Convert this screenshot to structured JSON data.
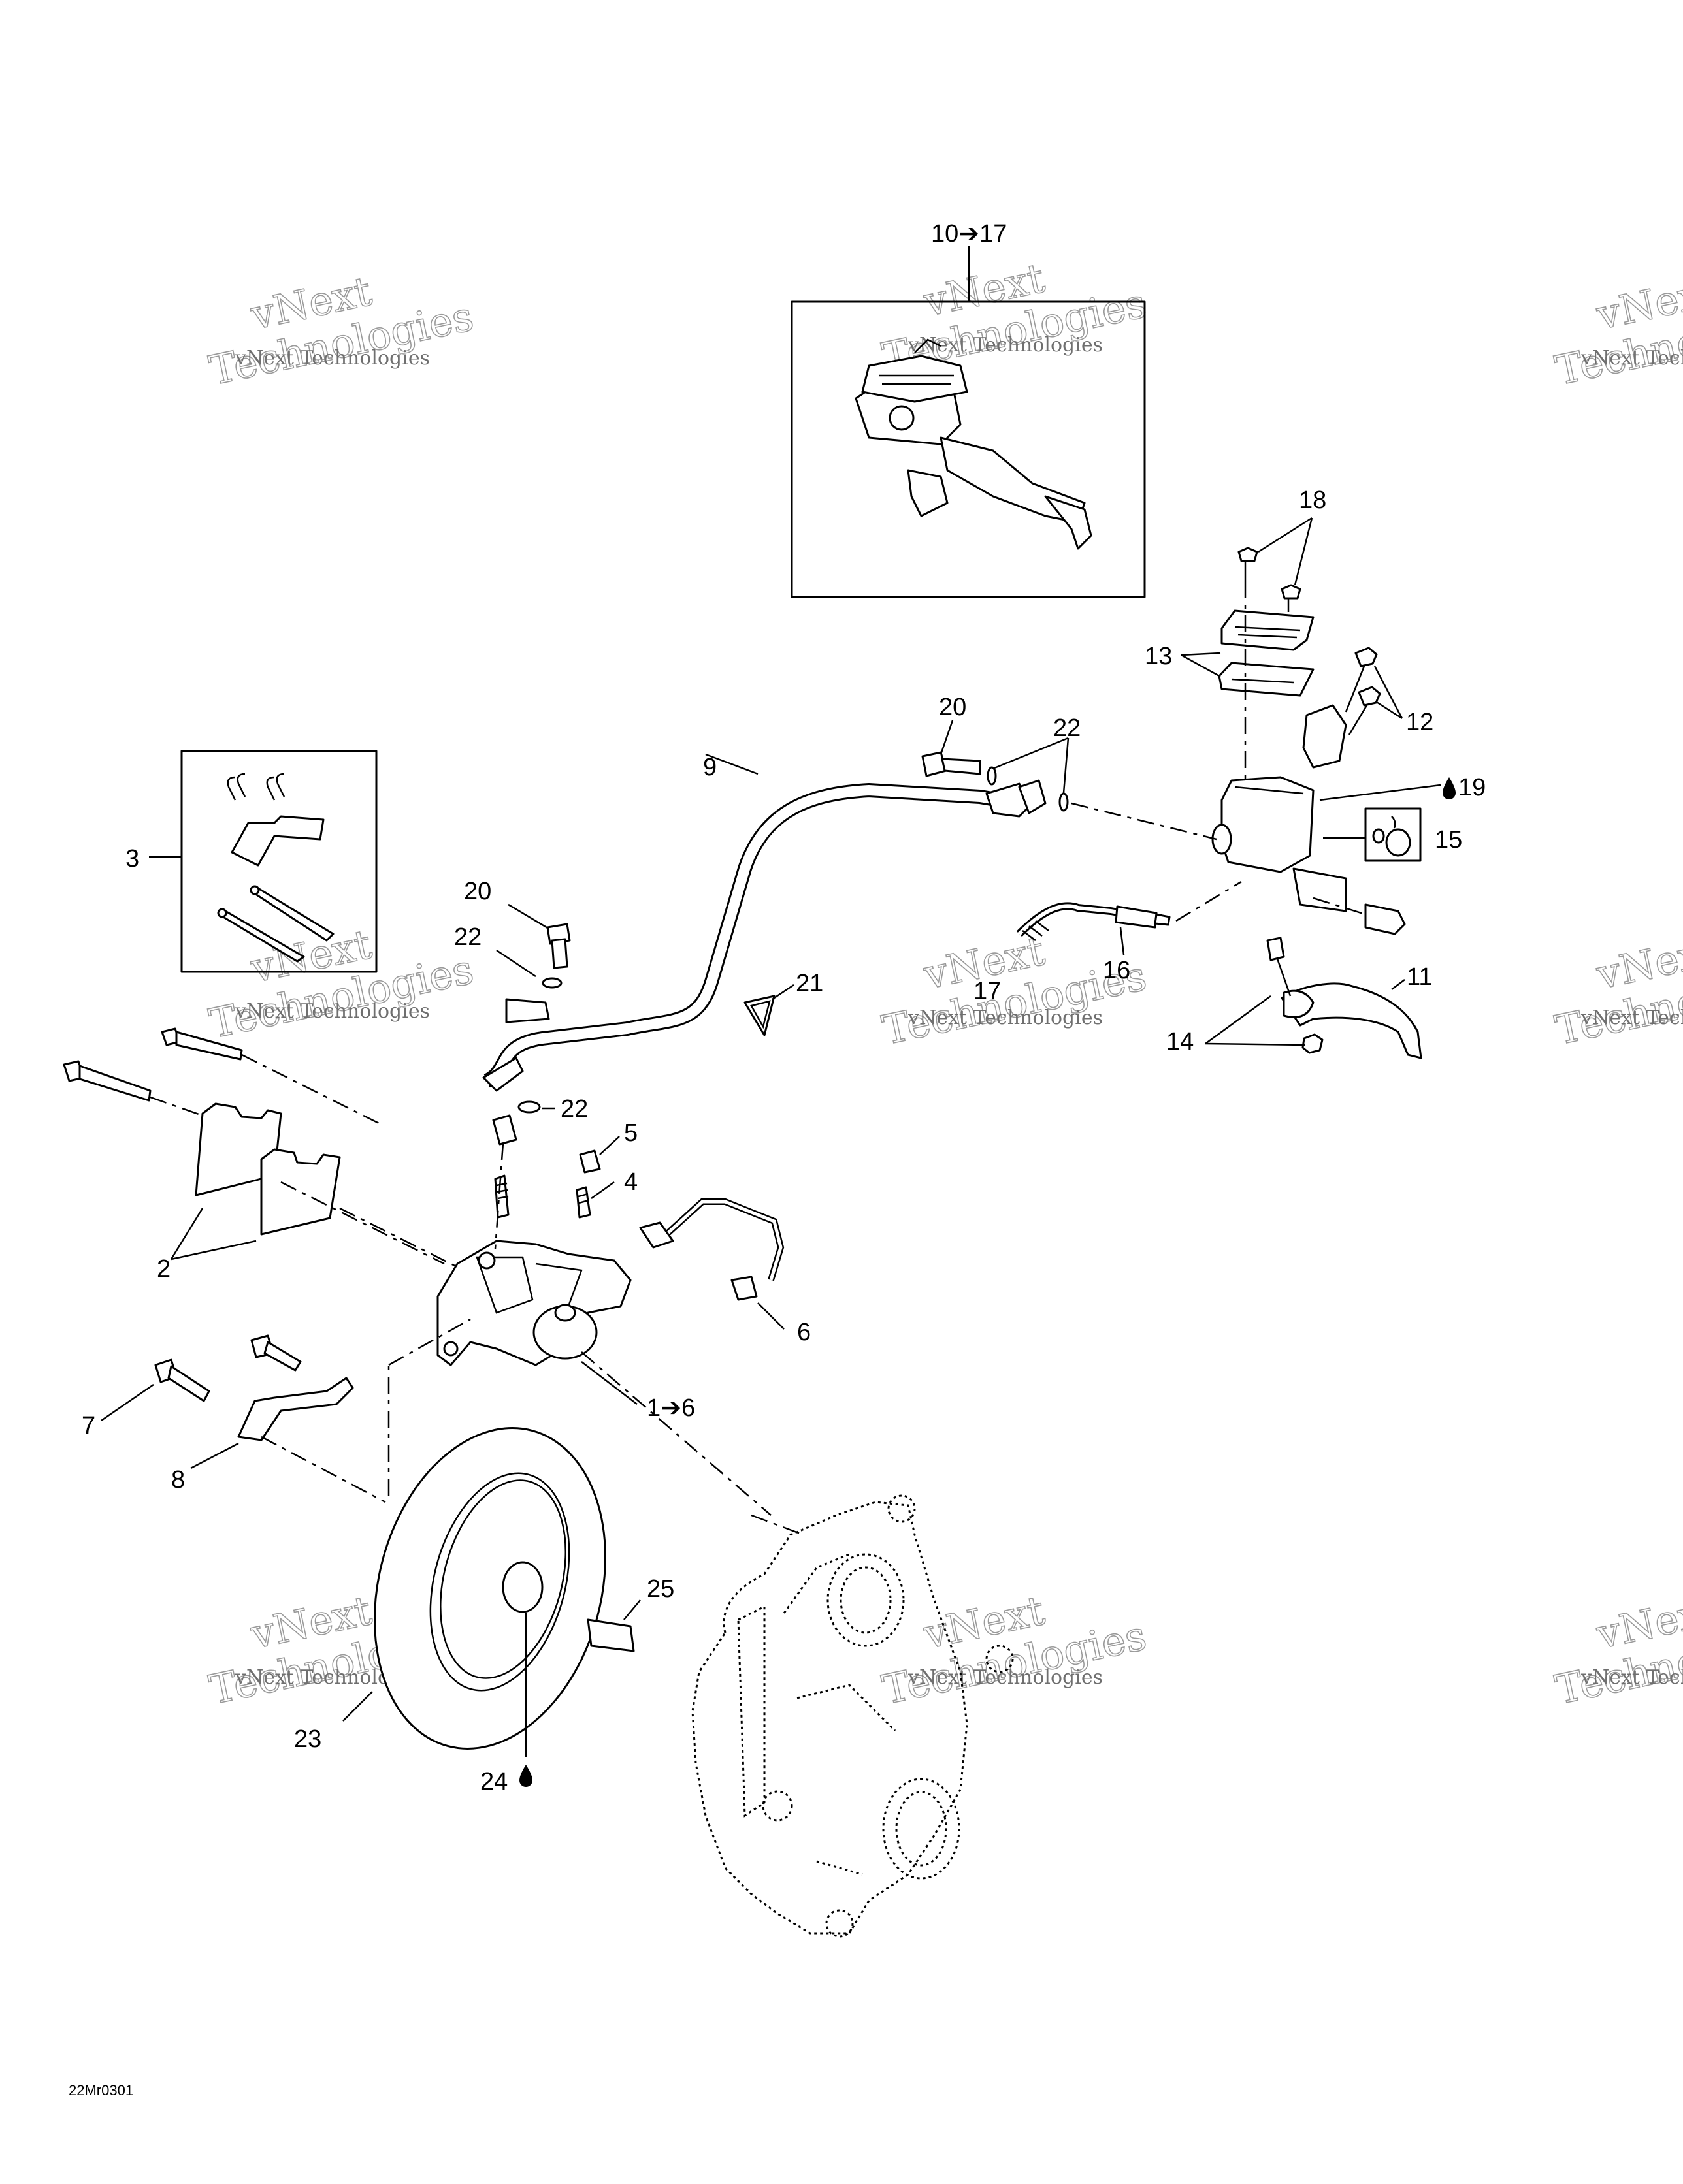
{
  "callouts": {
    "c10_17": "10➔17",
    "c18": "18",
    "c13": "13",
    "c12": "12",
    "c20a": "20",
    "c22a": "22",
    "c9": "9",
    "c19": "19",
    "c15": "15",
    "c3": "3",
    "c20b": "20",
    "c22b": "22",
    "c21": "21",
    "c16": "16",
    "c17": "17",
    "c11": "11",
    "c14": "14",
    "c22c": "22",
    "c5": "5",
    "c4": "4",
    "c2": "2",
    "c6": "6",
    "c7": "7",
    "c1_6": "1➔6",
    "c8": "8",
    "c25": "25",
    "c23": "23",
    "c24": "24"
  },
  "watermark": {
    "line1": "vNext",
    "line2": "Technologies",
    "small": "vNext Technologies"
  },
  "drawing_code": "22Mr0301"
}
